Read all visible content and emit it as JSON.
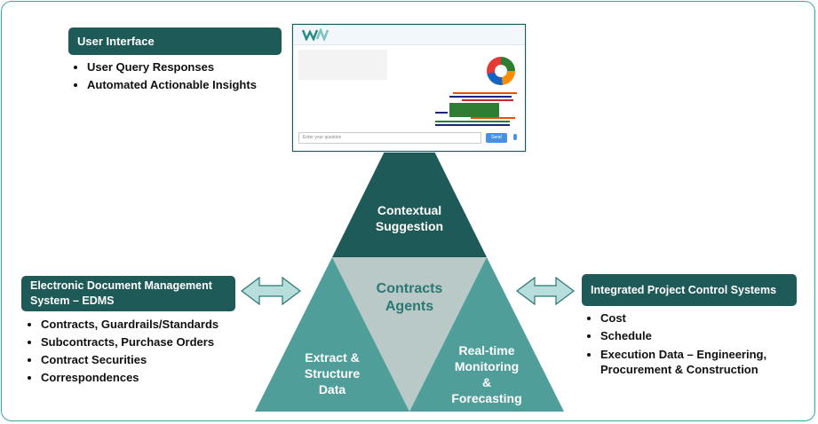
{
  "user_interface": {
    "title": "User Interface",
    "bullets": [
      "User Query Responses",
      "Automated Actionable Insights"
    ]
  },
  "edms": {
    "title_line1": "Electronic Document Management",
    "title_line2": "System – EDMS",
    "bullets": [
      "Contracts, Guardrails/Standards",
      "Subcontracts, Purchase Orders",
      "Contract Securities",
      "Correspondences"
    ]
  },
  "ipcs": {
    "title": "Integrated Project Control Systems",
    "bullets": [
      "Cost",
      "Schedule",
      "Execution Data – Engineering,",
      "Procurement & Construction"
    ]
  },
  "triangle": {
    "center": [
      "Contracts",
      "Agents"
    ],
    "top": [
      "Contextual",
      "Suggestion"
    ],
    "left": [
      "Extract &",
      "Structure",
      "Data"
    ],
    "right": [
      "Real-time",
      "Monitoring",
      "&",
      "Forecasting"
    ]
  },
  "mockup": {
    "logo_text": "WM",
    "input_placeholder": "Enter your question",
    "send_label": "Send"
  },
  "colors": {
    "dark_teal": "#1e5a57",
    "mid_teal": "#4f9e9a",
    "light_gray": "#b9c9c7",
    "arrow_fill": "#b7dedb"
  }
}
